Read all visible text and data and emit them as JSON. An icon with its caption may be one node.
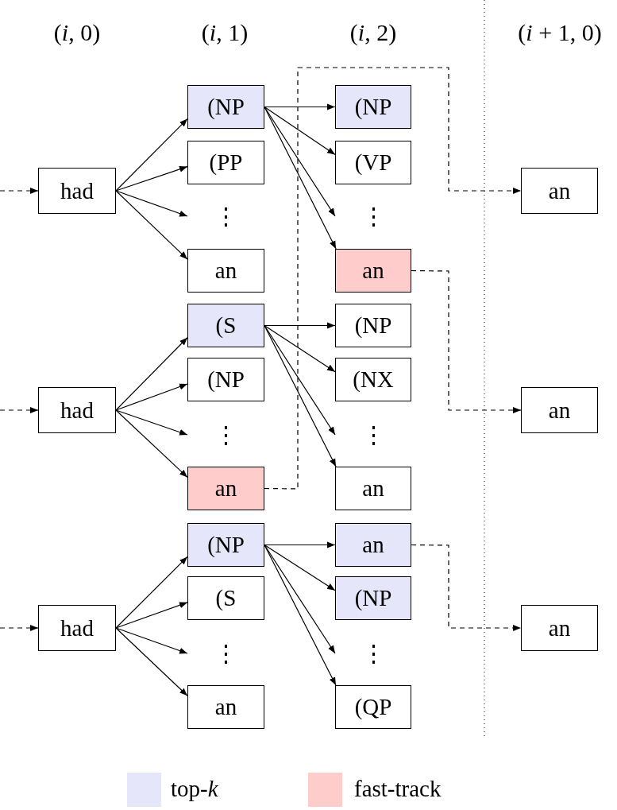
{
  "diagram": {
    "nodes": [
      {
        "text": [
          "had"
        ]
      },
      {
        "text": [
          "had"
        ]
      },
      {
        "text": [
          "had"
        ]
      },
      {
        "text": [
          "(NP"
        ]
      },
      {
        "text": [
          "(PP"
        ]
      },
      {
        "text": [
          "⋮"
        ]
      },
      {
        "text": [
          "an"
        ]
      },
      {
        "text": [
          "(S"
        ]
      },
      {
        "text": [
          "(NP"
        ]
      },
      {
        "text": [
          "⋮"
        ]
      },
      {
        "text": [
          "an"
        ]
      },
      {
        "text": [
          "(NP"
        ]
      },
      {
        "text": [
          "(S"
        ]
      },
      {
        "text": [
          "⋮"
        ]
      },
      {
        "text": [
          "an"
        ]
      },
      {
        "text": [
          "(NP"
        ]
      },
      {
        "text": [
          "(VP"
        ]
      },
      {
        "text": [
          "⋮"
        ]
      },
      {
        "text": [
          "an"
        ]
      },
      {
        "text": [
          "(NP"
        ]
      },
      {
        "text": [
          "(NX"
        ]
      },
      {
        "text": [
          "⋮"
        ]
      },
      {
        "text": [
          "an"
        ]
      },
      {
        "text": [
          "an"
        ]
      },
      {
        "text": [
          "(NP"
        ]
      },
      {
        "text": [
          "⋮"
        ]
      },
      {
        "text": [
          "(QP"
        ]
      },
      {
        "text": [
          "an"
        ]
      },
      {
        "text": [
          "an"
        ]
      },
      {
        "text": [
          "an"
        ]
      }
    ],
    "edges": [
      {
        "from": null,
        "to": 0,
        "arrow": "to",
        "style": "dashed"
      },
      {
        "from": null,
        "to": 1,
        "arrow": "to",
        "style": "dashed"
      },
      {
        "from": null,
        "to": 2,
        "arrow": "to",
        "style": "dashed"
      },
      {
        "from": 0,
        "to": 3,
        "arrow": "to"
      },
      {
        "from": 0,
        "to": 4,
        "arrow": "to"
      },
      {
        "from": 0,
        "to": 5,
        "arrow": "to"
      },
      {
        "from": 0,
        "to": 6,
        "arrow": "to"
      },
      {
        "from": 1,
        "to": 7,
        "arrow": "to"
      },
      {
        "from": 1,
        "to": 8,
        "arrow": "to"
      },
      {
        "from": 1,
        "to": 9,
        "arrow": "to"
      },
      {
        "from": 1,
        "to": 10,
        "arrow": "to"
      },
      {
        "from": 2,
        "to": 11,
        "arrow": "to"
      },
      {
        "from": 2,
        "to": 12,
        "arrow": "to"
      },
      {
        "from": 2,
        "to": 13,
        "arrow": "to"
      },
      {
        "from": 2,
        "to": 14,
        "arrow": "to"
      },
      {
        "from": 3,
        "to": 15,
        "arrow": "to"
      },
      {
        "from": 3,
        "to": 16,
        "arrow": "to"
      },
      {
        "from": 3,
        "to": 17,
        "arrow": "to"
      },
      {
        "from": 3,
        "to": 18,
        "arrow": "to"
      },
      {
        "from": 7,
        "to": 19,
        "arrow": "to"
      },
      {
        "from": 7,
        "to": 20,
        "arrow": "to"
      },
      {
        "from": 7,
        "to": 21,
        "arrow": "to"
      },
      {
        "from": 7,
        "to": 22,
        "arrow": "to"
      },
      {
        "from": 11,
        "to": 23,
        "arrow": "to"
      },
      {
        "from": 11,
        "to": 24,
        "arrow": "to"
      },
      {
        "from": 11,
        "to": 25,
        "arrow": "to"
      },
      {
        "from": 11,
        "to": 26,
        "arrow": "to"
      },
      {
        "from": 10,
        "to": 27,
        "arrow": "to",
        "style": "dashed"
      },
      {
        "from": 18,
        "to": 28,
        "arrow": "to",
        "style": "dashed"
      },
      {
        "from": 23,
        "to": 29,
        "arrow": "to",
        "style": "dashed"
      }
    ],
    "labels": [
      "(*i*, 0)",
      "(*i*, 1)",
      "(*i*, 2)",
      "(*i* + 1, 0)"
    ],
    "legend": [
      {
        "text": "top-*k*",
        "color": "#e6e6fa"
      },
      {
        "text": "fast-track",
        "color": "#ffcccc"
      }
    ]
  }
}
